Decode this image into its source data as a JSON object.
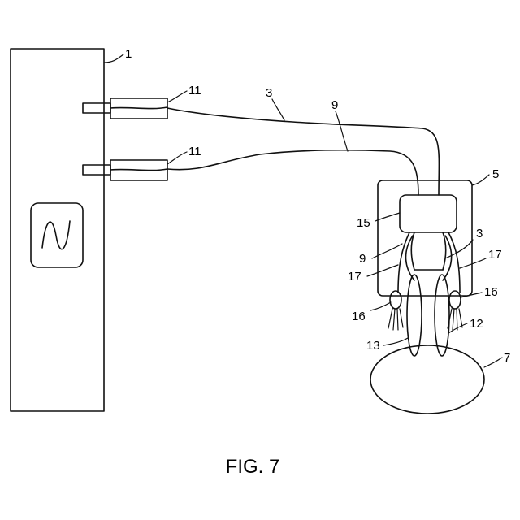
{
  "figure": {
    "caption": "FIG. 7",
    "reference_numerals": {
      "r1": "1",
      "r11_top": "11",
      "r11_bottom": "11",
      "r3_top": "3",
      "r9_top": "9",
      "r5": "5",
      "r15": "15",
      "r3_right": "3",
      "r9_left": "9",
      "r17_left": "17",
      "r17_right": "17",
      "r16_left": "16",
      "r16_right": "16",
      "r12": "12",
      "r13": "13",
      "r7": "7"
    },
    "icons": {
      "waveform": "sine-wave-icon"
    }
  }
}
